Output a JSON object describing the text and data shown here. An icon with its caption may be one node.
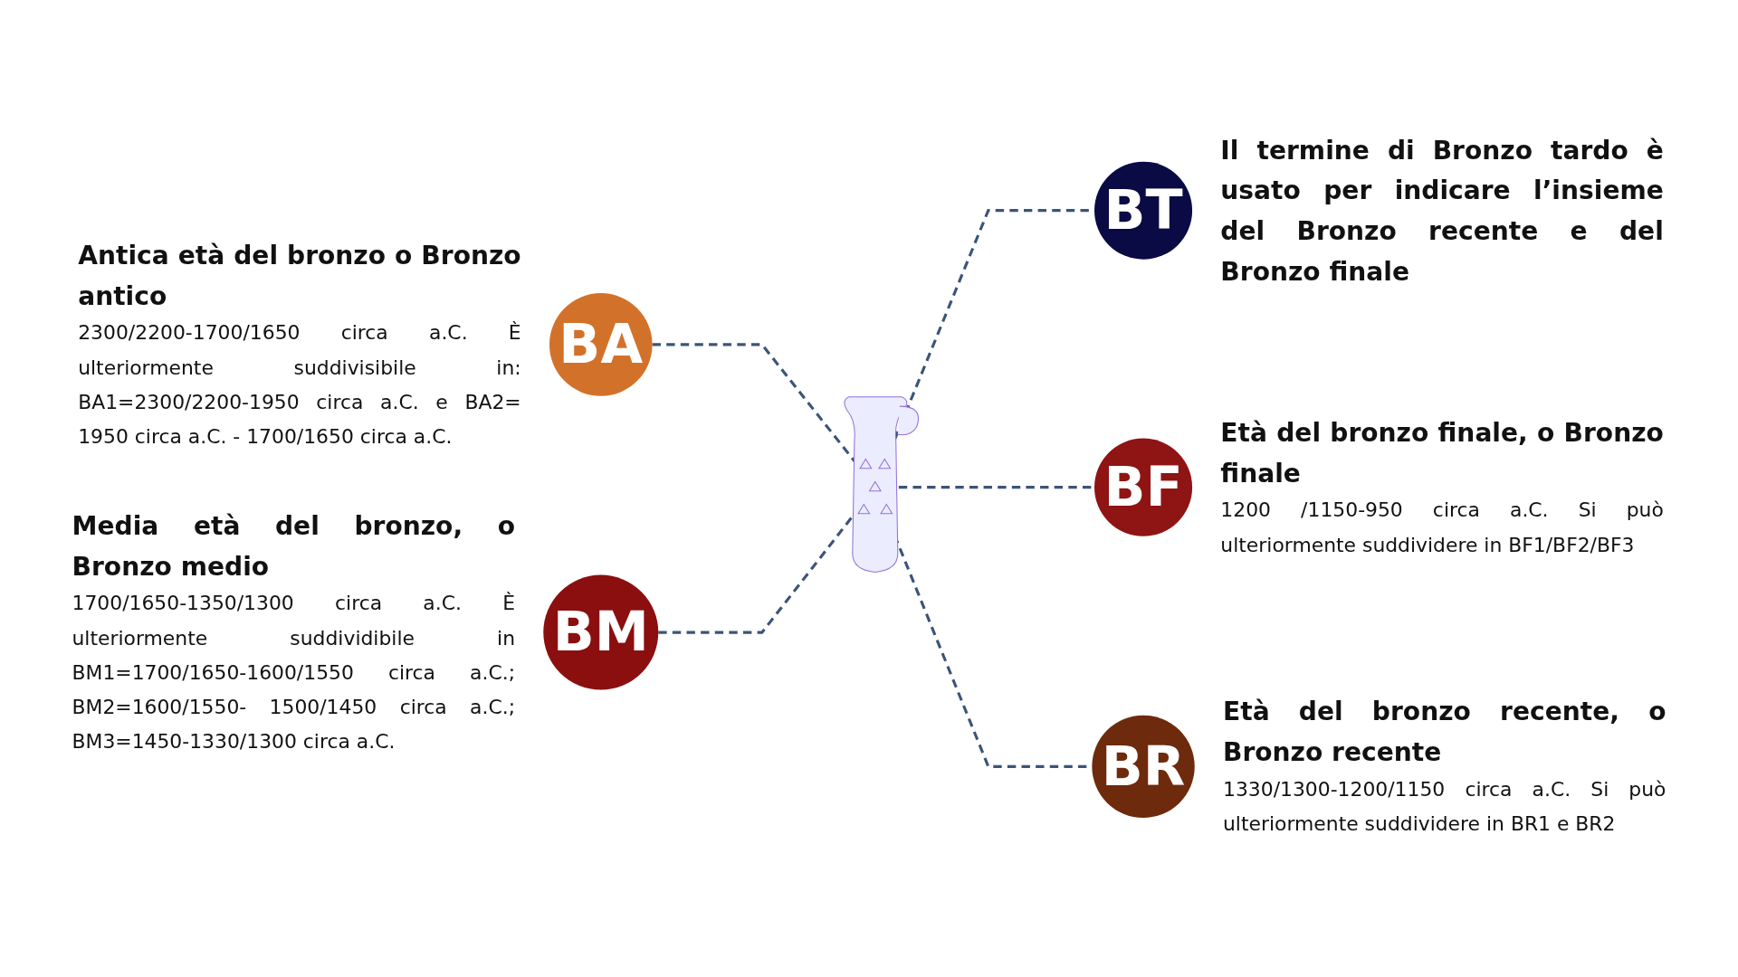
{
  "diagram": {
    "nodes": [
      {
        "text": [
          "BA"
        ],
        "beside": [
          "Antica età del bronzo o Bronzo antico",
          "2300/2200-1700/1650 circa a.C. È ulteriormente suddivisibile in: BA1=2300/2200-1950 circa a.C. e BA2= 1950 circa a.C. - 1700/1650 circa a.C."
        ]
      },
      {
        "text": [],
        "shape": "picture"
      },
      {
        "text": [
          "BT"
        ],
        "beside": [
          "Il termine di Bronzo tardo è usato per indicare l’insieme del Bronzo recente e del Bronzo finale"
        ]
      },
      {
        "text": [
          "BM"
        ],
        "beside": [
          "Media età del bronzo, o Bronzo medio",
          "1700/1650-1350/1300 circa a.C. È ulteriormente suddividibile in BM1=1700/1650-1600/1550 circa a.C.; BM2=1600/1550- 1500/1450 circa a.C.; BM3=1450-1330/1300 circa a.C."
        ]
      },
      {
        "text": [
          "BF"
        ],
        "beside": [
          "Età del bronzo finale, o Bronzo finale",
          "1200 /1150-950 circa a.C. Si può ulteriormente suddividere in BF1/BF2/BF3"
        ]
      },
      {
        "text": [
          "BR"
        ],
        "beside": [
          "Età del bronzo recente, o Bronzo recente",
          "1330/1300-1200/1150 circa a.C. Si può ulteriormente suddividere in BR1 e BR2"
        ]
      }
    ],
    "edges": [
      {
        "from": 0,
        "to": 1,
        "arrow": "none",
        "style": "dashed"
      },
      {
        "from": 1,
        "to": 2,
        "arrow": "none",
        "style": "dashed"
      },
      {
        "from": 3,
        "to": 1,
        "arrow": "none",
        "style": "dashed"
      },
      {
        "from": 1,
        "to": 4,
        "arrow": "none",
        "style": "dashed"
      },
      {
        "from": 1,
        "to": 5,
        "arrow": "none",
        "style": "dashed"
      }
    ]
  }
}
